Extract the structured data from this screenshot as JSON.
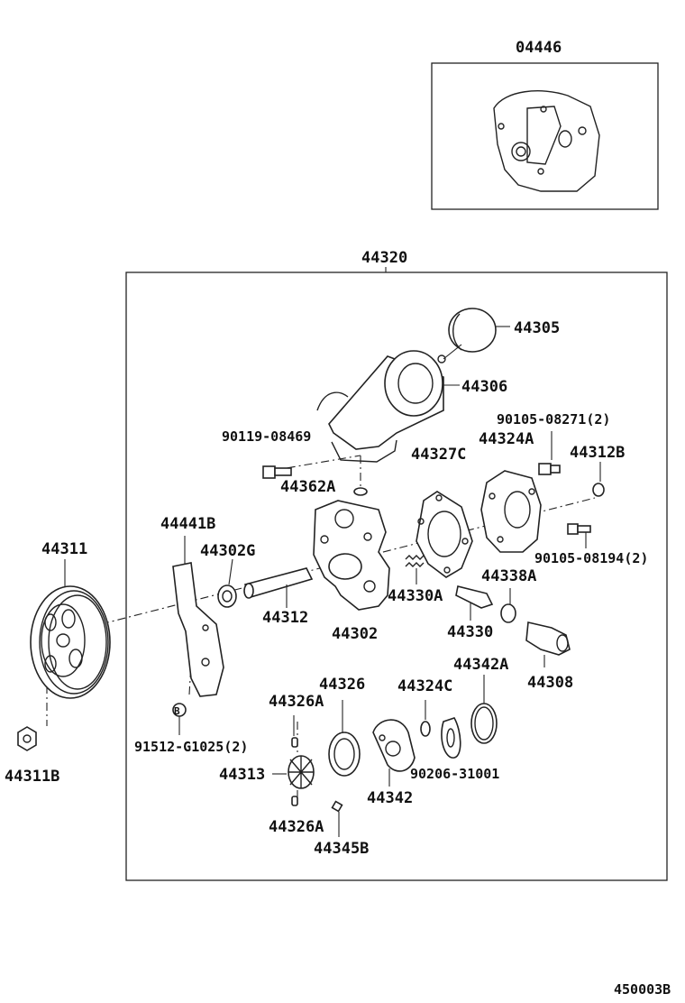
{
  "labels": {
    "kit": "04446",
    "assembly": "44320",
    "reservoir_cap": "44305",
    "reservoir": "44306",
    "union_bolt": "90119-08469",
    "bolt_a": "90105-08271(2)",
    "gasket_c": "44327C",
    "plate_a": "44324A",
    "plug_b": "44312B",
    "oring_a": "44362A",
    "bracket": "44441B",
    "pulley": "44311",
    "seal_g": "44302G",
    "bolt_b": "90105-08194(2)",
    "spring_a": "44330A",
    "oring_38a": "44338A",
    "shaft": "44312",
    "housing": "44302",
    "valve": "44330",
    "union": "44308",
    "oring_42a": "44342A",
    "plate_26": "44326",
    "pin_upper": "44326A",
    "washer_c": "44324C",
    "bolt_b_marker": "B",
    "bolt_b_ref": "91512-G1025(2)",
    "snap_ring": "90206-31001",
    "rotor": "44313",
    "cam_ring": "44342",
    "nut": "44311B",
    "pin_lower": "44326A",
    "vane": "44345B",
    "diagram_code": "450003B"
  }
}
